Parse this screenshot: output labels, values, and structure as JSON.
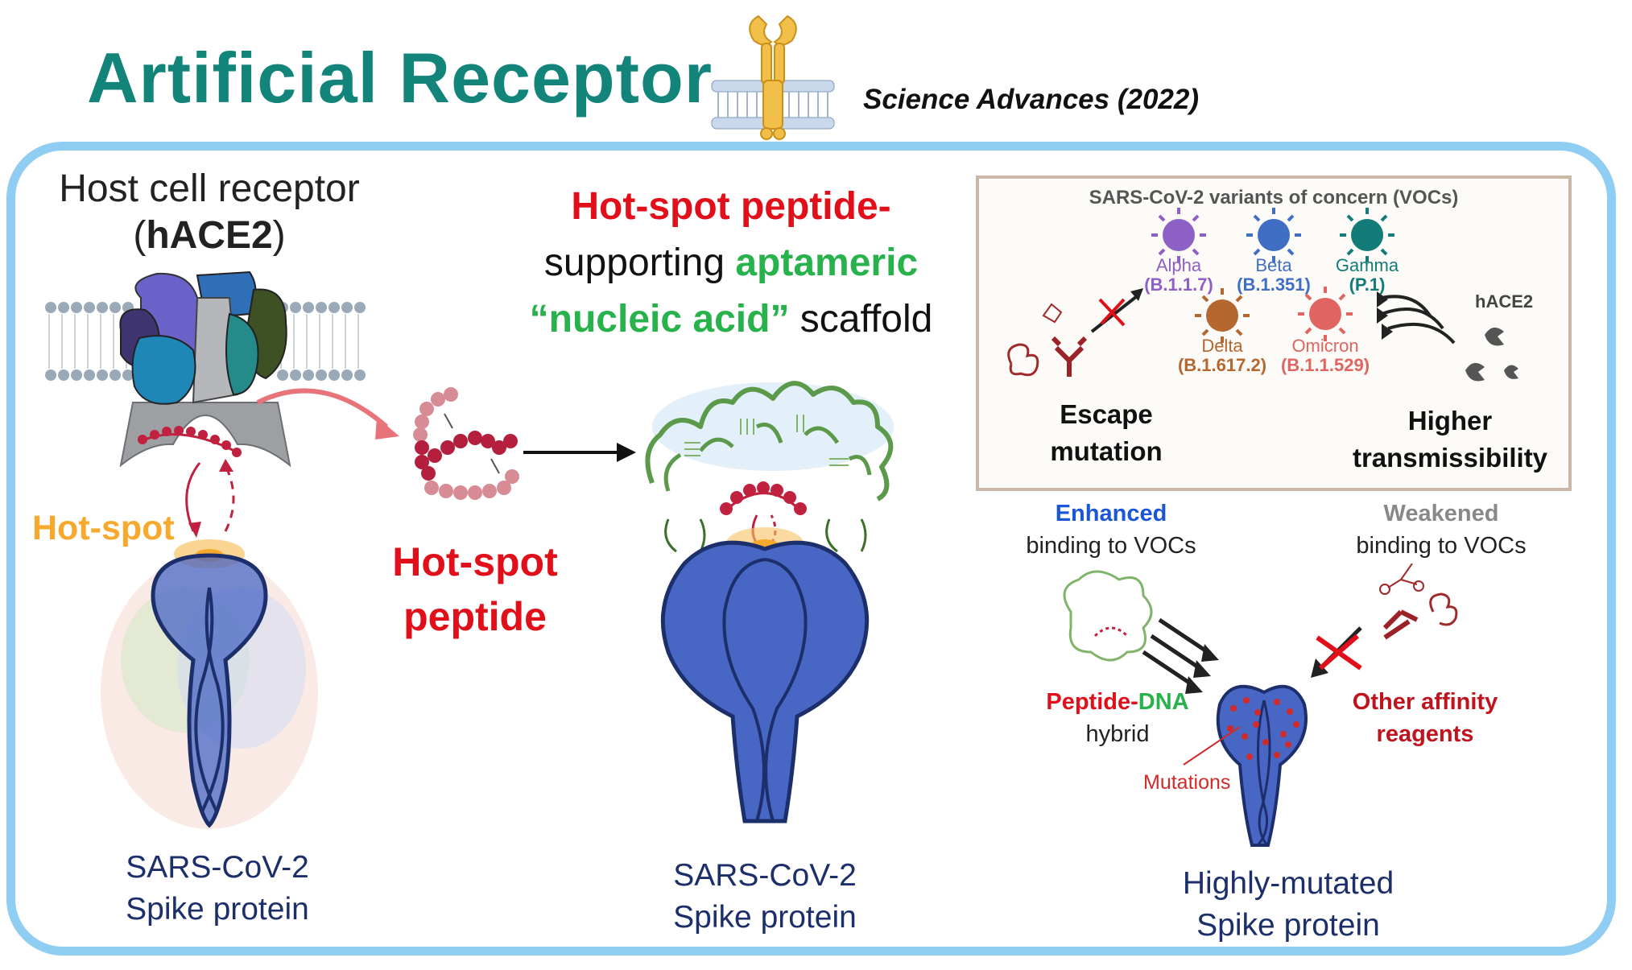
{
  "header": {
    "title": "Artificial Receptor",
    "journal": "Science Advances",
    "year": "(2022)"
  },
  "left": {
    "host_line1": "Host cell receptor",
    "host_open": "(",
    "host_name": "hACE2",
    "host_close": ")",
    "hotspot": "Hot-spot",
    "spike_line1": "SARS-CoV-2",
    "spike_line2": "Spike protein"
  },
  "middle": {
    "peptide_line1": "Hot-spot",
    "peptide_line2": "peptide"
  },
  "center": {
    "t1": "Hot-spot peptide-",
    "t2a": "supporting ",
    "t2b": "aptameric",
    "t3a": "“nucleic acid”",
    "t3b": " scaffold",
    "spike_line1": "SARS-CoV-2",
    "spike_line2": "Spike protein"
  },
  "voc": {
    "title": "SARS-CoV-2 variants of concern (VOCs)",
    "variants": [
      {
        "name": "Alpha",
        "lineage": "(B.1.1.7)",
        "color": "#8e5fc4"
      },
      {
        "name": "Beta",
        "lineage": "(B.1.351)",
        "color": "#3f6ec4"
      },
      {
        "name": "Gamma",
        "lineage": "(P.1)",
        "color": "#147c78"
      },
      {
        "name": "Delta",
        "lineage": "(B.1.617.2)",
        "color": "#b4672e"
      },
      {
        "name": "Omicron",
        "lineage": "(B.1.1.529)",
        "color": "#e0645f"
      }
    ],
    "hace2": "hACE2",
    "escape1": "Escape",
    "escape2": "mutation",
    "trans1": "Higher",
    "trans2": "transmissibility"
  },
  "right": {
    "enh_key": "Enhanced",
    "enh_rest": "binding to VOCs",
    "weak_key": "Weakened",
    "weak_rest": "binding to VOCs",
    "pd_peptide": "Peptide",
    "pd_dash": "-",
    "pd_dna": "DNA",
    "pd_hybrid": "hybrid",
    "other1": "Other affinity",
    "other2": "reagents",
    "mutations": "Mutations",
    "mut_line1": "Highly-mutated",
    "mut_line2": "Spike protein"
  }
}
